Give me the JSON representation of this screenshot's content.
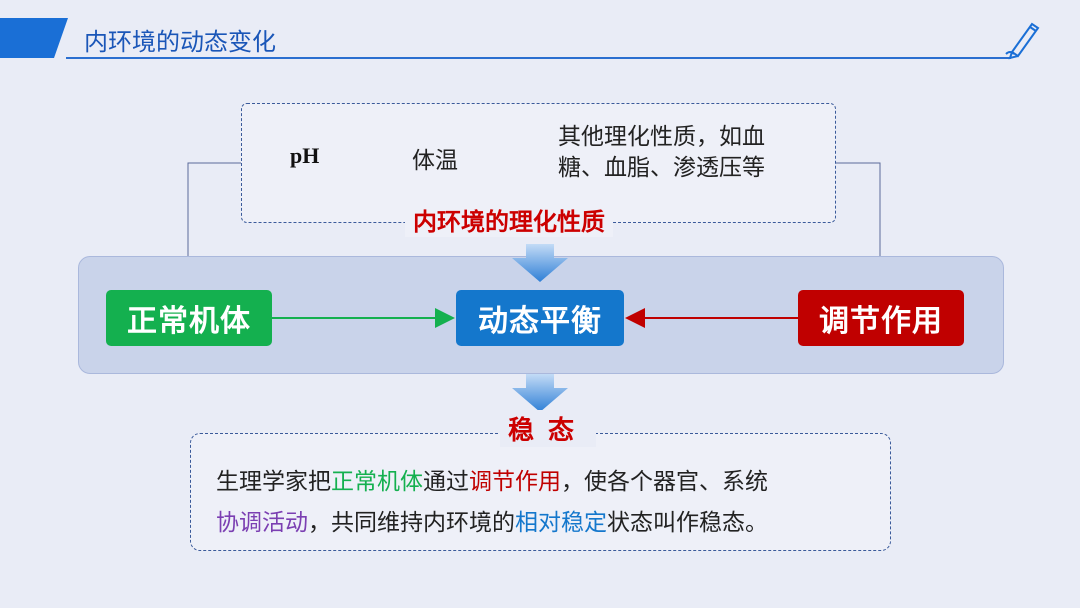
{
  "header": {
    "title": "内环境的动态变化",
    "icon": "pen-icon"
  },
  "properties": {
    "ph": "pH",
    "temperature": "体温",
    "others_line1": "其他理化性质，如血",
    "others_line2": "糖、血脂、渗透压等",
    "label": "内环境的理化性质"
  },
  "flow": {
    "left": "正常机体",
    "center": "动态平衡",
    "right": "调节作用"
  },
  "steady_label": "稳态",
  "definition": {
    "p1": "生理学家把",
    "p2": "正常机体",
    "p3": "通过",
    "p4": "调节作用",
    "p5": "，使各个器官、系统",
    "p6": "协调活动",
    "p7": "，共同维持内环境的",
    "p8": "相对稳定",
    "p9": "状态叫作稳态。"
  },
  "colors": {
    "green": "#14b04f",
    "blue": "#1477cc",
    "red": "#c00000",
    "purple": "#7b3fb2",
    "accent": "#2b6fd0"
  }
}
